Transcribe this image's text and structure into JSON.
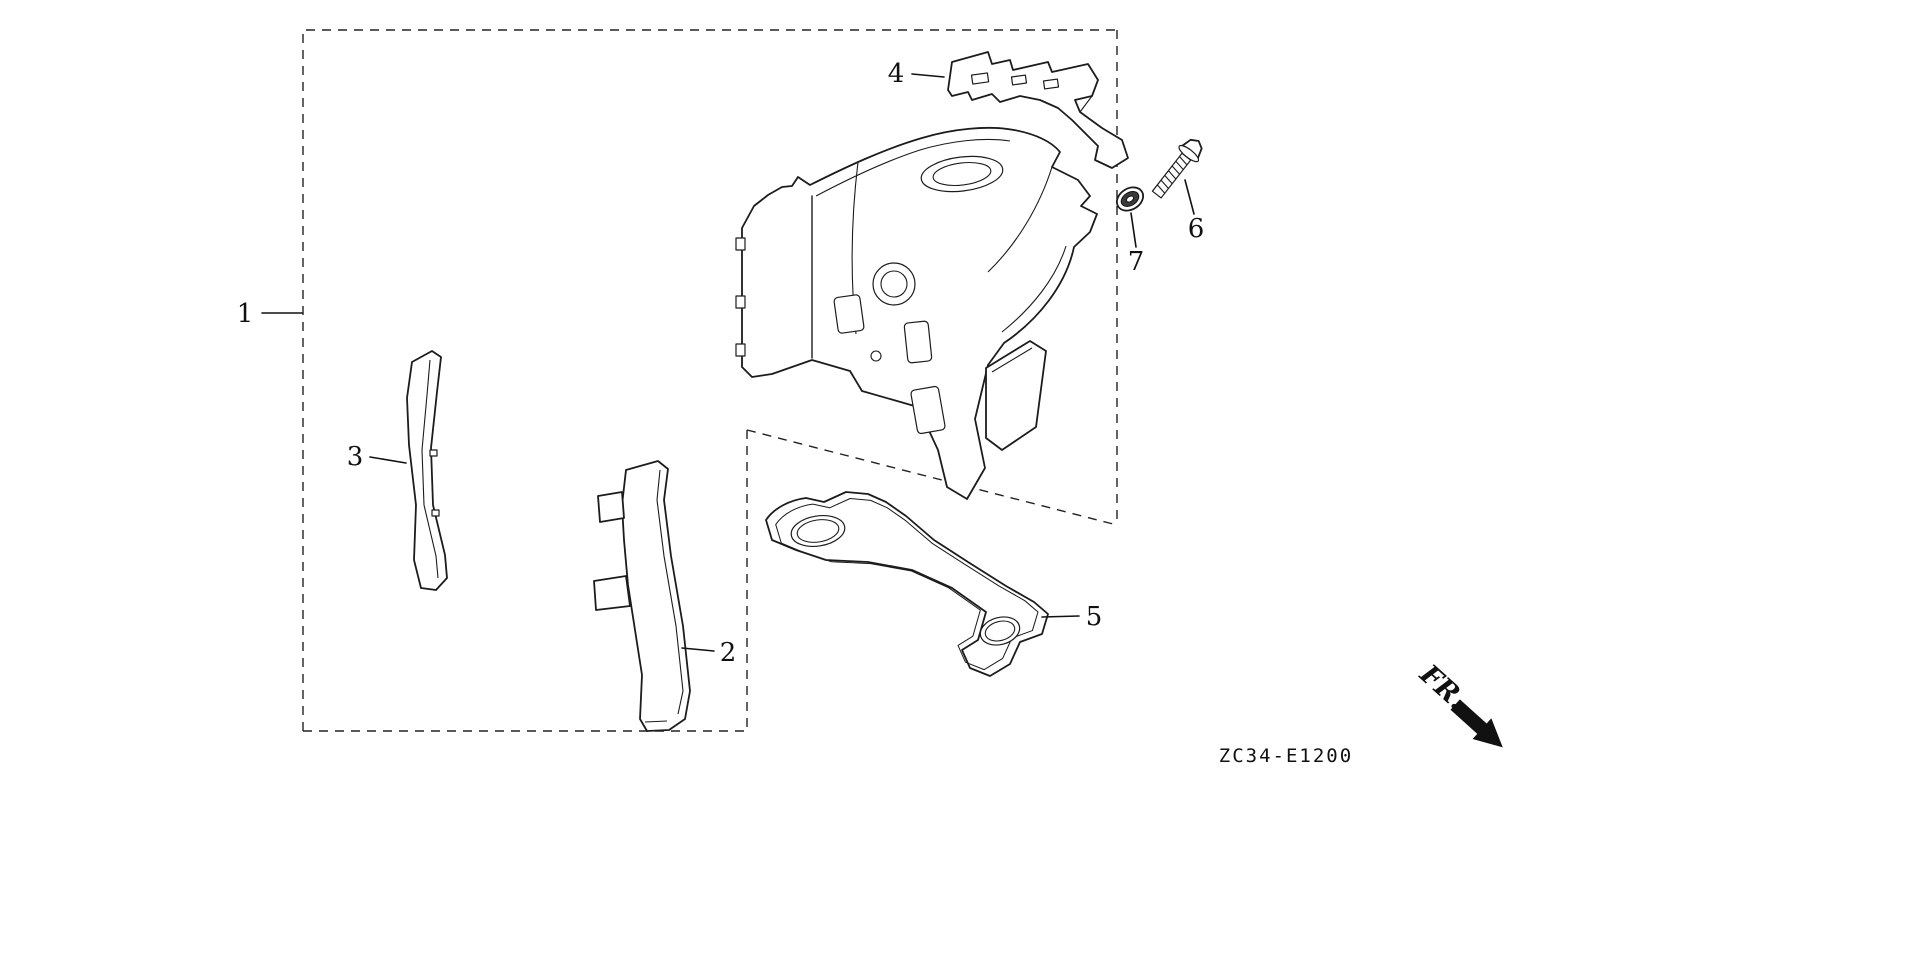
{
  "diagram": {
    "code": "ZC34-E1200",
    "fr_label": "FR.",
    "callouts": [
      {
        "part": "1"
      },
      {
        "part": "2"
      },
      {
        "part": "3"
      },
      {
        "part": "4"
      },
      {
        "part": "5"
      },
      {
        "part": "6"
      },
      {
        "part": "7"
      }
    ]
  }
}
